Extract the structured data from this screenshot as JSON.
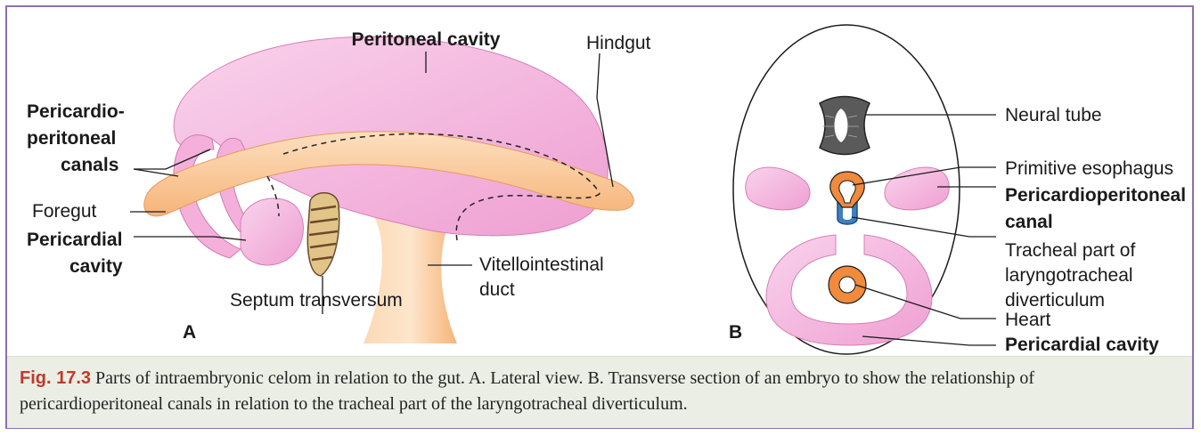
{
  "panel_a": {
    "letter": "A",
    "labels": {
      "peritoneal_cavity": "Peritoneal cavity",
      "hindgut": "Hindgut",
      "canals_line1": "Pericardio-",
      "canals_line2": "peritoneal",
      "canals_line3": "canals",
      "foregut": "Foregut",
      "pericardial_line1": "Pericardial",
      "pericardial_line2": "cavity",
      "septum": "Septum transversum",
      "vitello_line1": "Vitellointestinal",
      "vitello_line2": "duct"
    }
  },
  "panel_b": {
    "letter": "B",
    "labels": {
      "neural_tube": "Neural tube",
      "esophagus": "Primitive esophagus",
      "canal_line1": "Pericardioperitoneal",
      "canal_line2": "canal",
      "tracheal_line1": "Tracheal part of",
      "tracheal_line2": "laryngotracheal",
      "tracheal_line3": "diverticulum",
      "heart": "Heart",
      "pericardial": "Pericardial cavity"
    }
  },
  "caption": {
    "label": "Fig. 17.3",
    "text": "Parts of intraembryonic celom in relation to the gut. A. Lateral view. B. Transverse section of an embryo to show the relationship of pericardioperitoneal canals in relation to the tracheal part of the laryngotracheal diverticulum."
  },
  "colors": {
    "border": "#8e6fb0",
    "cavity_pink": "#f4b8dd",
    "gut_orange": "#fbc796",
    "caption_bg": "#ebeee4",
    "fig_label": "#c0392b"
  }
}
